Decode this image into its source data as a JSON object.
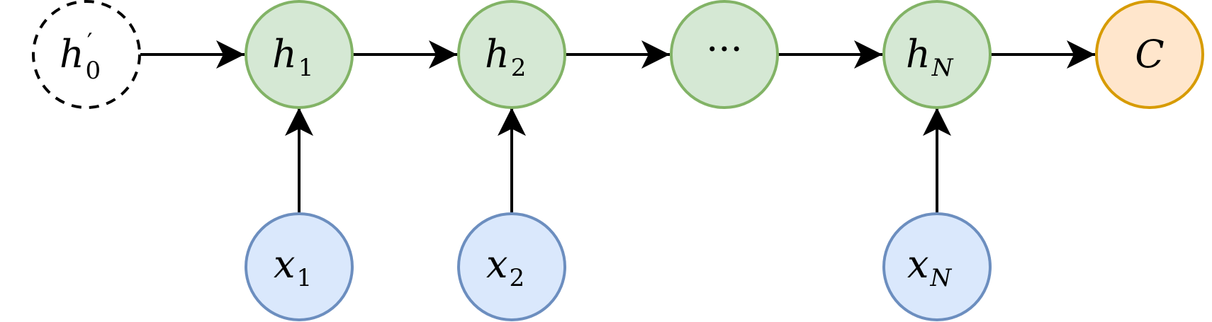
{
  "diagram": {
    "nodes": {
      "h0": {
        "base": "h",
        "prime": "′",
        "sub": "0",
        "stroke": "#000000",
        "fill": "#ffffff",
        "dashed": true
      },
      "h1": {
        "base": "h",
        "sub": "1",
        "stroke": "#82b366",
        "fill": "#d5e8d4"
      },
      "h2": {
        "base": "h",
        "sub": "2",
        "stroke": "#82b366",
        "fill": "#d5e8d4"
      },
      "hdots": {
        "text": "···",
        "stroke": "#82b366",
        "fill": "#d5e8d4"
      },
      "hN": {
        "base": "h",
        "sub": "N",
        "stroke": "#82b366",
        "fill": "#d5e8d4"
      },
      "C": {
        "text": "C",
        "stroke": "#d79b00",
        "fill": "#ffe6cc"
      },
      "x1": {
        "base": "x",
        "sub": "1",
        "stroke": "#6c8ebf",
        "fill": "#dae8fc"
      },
      "x2": {
        "base": "x",
        "sub": "2",
        "stroke": "#6c8ebf",
        "fill": "#dae8fc"
      },
      "xN": {
        "base": "x",
        "sub": "N",
        "stroke": "#6c8ebf",
        "fill": "#dae8fc"
      }
    },
    "edges": [
      {
        "from": "h0",
        "to": "h1"
      },
      {
        "from": "h1",
        "to": "h2"
      },
      {
        "from": "h2",
        "to": "hdots"
      },
      {
        "from": "hdots",
        "to": "hN"
      },
      {
        "from": "hN",
        "to": "C"
      },
      {
        "from": "x1",
        "to": "h1"
      },
      {
        "from": "x2",
        "to": "h2"
      },
      {
        "from": "xN",
        "to": "hN"
      }
    ]
  }
}
